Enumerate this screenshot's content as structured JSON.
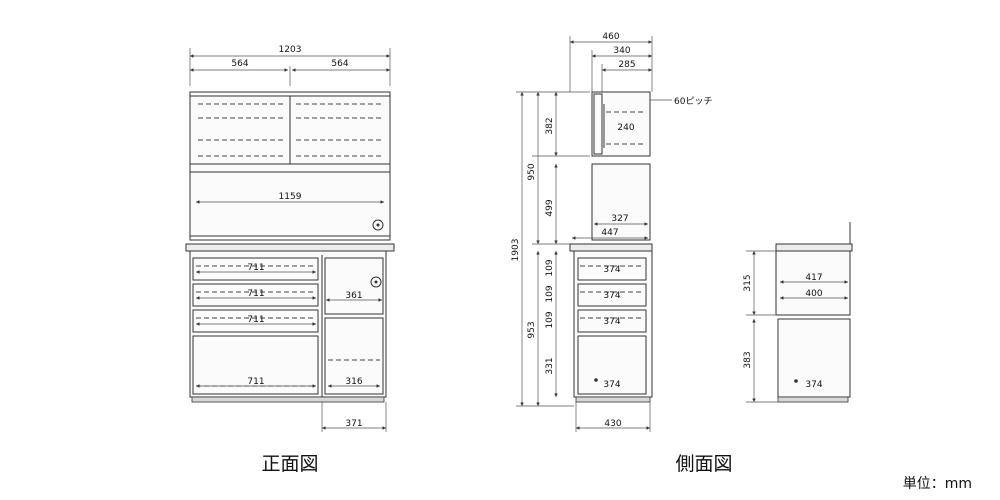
{
  "titles": {
    "front": "正面図",
    "side": "側面図",
    "unit": "単位：mm"
  },
  "front_view": {
    "overall_width": "1203",
    "upper_door_left": "564",
    "upper_door_right": "564",
    "open_shelf": "1159",
    "drawer_1": "711",
    "drawer_2": "711",
    "drawer_3": "711",
    "bottom_drawer": "711",
    "right_inner": "361",
    "right_lower_inner": "316",
    "right_width": "371"
  },
  "side_view": {
    "top_460": "460",
    "top_340": "340",
    "top_285": "285",
    "pitch_note": "60ピッチ",
    "shelf_240": "240",
    "upper_height_382": "382",
    "upper_total_950": "950",
    "middle_499": "499",
    "total_1903": "1903",
    "depth_327": "327",
    "depth_447": "447",
    "drawer_h_1": "109",
    "drawer_h_2": "109",
    "drawer_h_3": "109",
    "drawer_h_4": "331",
    "lower_total_953": "953",
    "drawer_d_1": "374",
    "drawer_d_2": "374",
    "drawer_d_3": "374",
    "drawer_d_4": "374",
    "base_depth": "430"
  },
  "right_section": {
    "height_315": "315",
    "height_383": "383",
    "depth_417": "417",
    "depth_400": "400",
    "depth_374": "374"
  }
}
